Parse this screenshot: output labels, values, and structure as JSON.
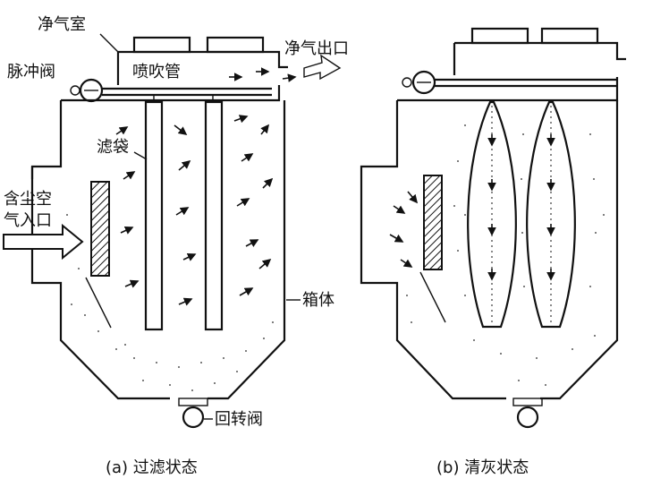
{
  "labels": {
    "clean_chamber": "净气室",
    "pulse_valve": "脉冲阀",
    "blow_pipe": "喷吹管",
    "clean_outlet": "净气出口",
    "filter_bag": "滤袋",
    "dusty_inlet_line1": "含尘空",
    "dusty_inlet_line2": "气入口",
    "housing": "箱体",
    "rotary_valve": "回转阀"
  },
  "captions": {
    "a": "(a) 过滤状态",
    "b": "(b) 清灰状态"
  },
  "colors": {
    "ink": "#111111",
    "dust": "#555555",
    "background": "#ffffff"
  }
}
